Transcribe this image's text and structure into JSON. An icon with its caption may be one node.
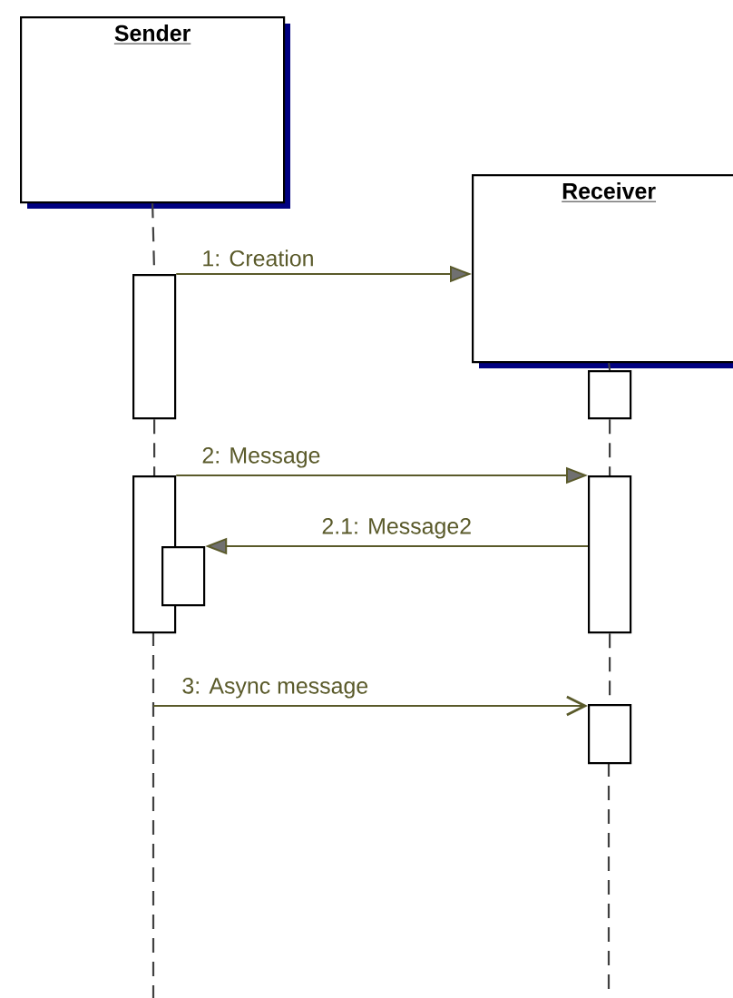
{
  "diagram": {
    "nodes": [
      {
        "text": [
          "Sender"
        ]
      },
      {
        "text": [
          "Receiver"
        ]
      },
      {
        "text": [],
        "shape": "bar"
      },
      {
        "text": [],
        "shape": "bar"
      },
      {
        "text": [],
        "shape": "bar"
      },
      {
        "text": [],
        "shape": "bar"
      },
      {
        "text": [],
        "shape": "bar"
      },
      {
        "text": [],
        "shape": "bar"
      }
    ],
    "edges": [
      {
        "from": 2,
        "to": 1,
        "arrow": "to",
        "label": "1: Creation",
        "color": "#5a5a2a"
      },
      {
        "from": 4,
        "to": 5,
        "arrow": "to",
        "label": "2: Message",
        "color": "#5a5a2a"
      },
      {
        "from": 5,
        "to": 6,
        "arrow": "to",
        "label": "2.1: Message2",
        "color": "#5a5a2a"
      },
      {
        "from": null,
        "to": 7,
        "arrow": "to",
        "label": "3: Async message",
        "color": "#5a5a2a"
      },
      {
        "from": 0,
        "to": 2,
        "arrow": "none",
        "style": "dashed"
      },
      {
        "from": 2,
        "to": 4,
        "arrow": "none",
        "style": "dashed"
      },
      {
        "from": 1,
        "to": 3,
        "arrow": "none"
      },
      {
        "from": 3,
        "to": 5,
        "arrow": "none",
        "style": "dashed"
      },
      {
        "from": 5,
        "to": 7,
        "arrow": "none",
        "style": "dashed"
      }
    ]
  }
}
